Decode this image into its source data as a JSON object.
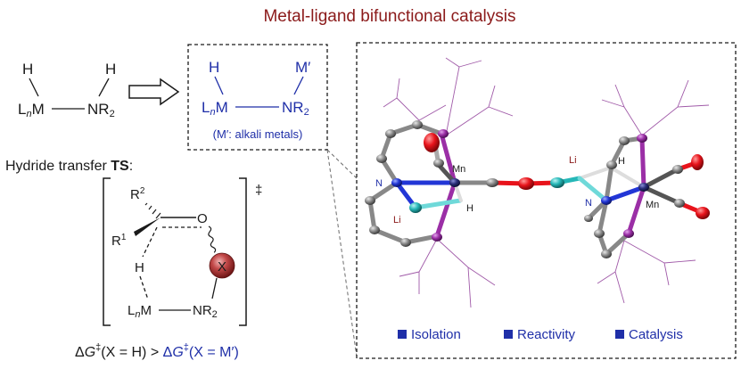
{
  "title": "Metal-ligand bifunctional catalysis",
  "left_structure": {
    "h1": "H",
    "h2": "H",
    "ln": "L",
    "ln_sub": "n",
    "m": "M",
    "n": "NR",
    "n_sub": "2"
  },
  "boxed_structure": {
    "h": "H",
    "m_prime": "M′",
    "ln": "L",
    "ln_sub": "n",
    "m": "M",
    "n": "NR",
    "n_sub": "2",
    "note": "(M′: alkali metals)"
  },
  "ts": {
    "heading_prefix": "Hydride transfer ",
    "heading_bold": "TS",
    "heading_suffix": ":",
    "r2": "R",
    "r2_sup": "2",
    "r1": "R",
    "r1_sup": "1",
    "o": "O",
    "h": "H",
    "x": "X",
    "ln": "L",
    "ln_sub": "n",
    "m": "M",
    "n": "NR",
    "n_sub": "2",
    "dagger": "‡"
  },
  "energy": {
    "lhs_prefix": "Δ",
    "lhs_g": "G",
    "lhs_dagger": "‡",
    "lhs_arg": "(X = H) > ",
    "rhs_prefix": "Δ",
    "rhs_g": "G",
    "rhs_dagger": "‡",
    "rhs_arg": "(X = M′)"
  },
  "crystal": {
    "atoms": {
      "n_left": "N",
      "li_left": "Li",
      "mn_left": "Mn",
      "h_left": "H",
      "li_right": "Li",
      "h_right": "H",
      "n_right": "N",
      "mn_right": "Mn"
    }
  },
  "legend": [
    "Isolation",
    "Reactivity",
    "Catalysis"
  ],
  "colors": {
    "title": "#8b1a1a",
    "blue": "#1f2fa8",
    "oxygen": "#e8131b",
    "phosphorus": "#9b2fa6",
    "lithium": "#25b7b7",
    "carbon": "#8d8d8d"
  }
}
